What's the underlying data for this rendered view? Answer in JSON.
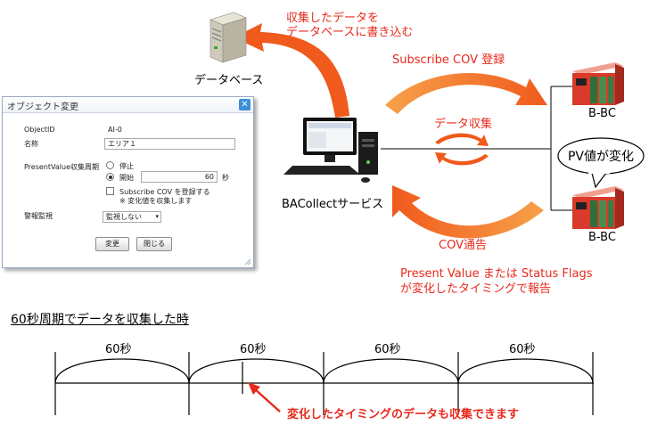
{
  "labels": {
    "write_db": [
      "収集したデータを",
      "データベースに書き込む"
    ],
    "database": "データベース",
    "subscribe_cov": "Subscribe COV 登録",
    "data_collect": "データ収集",
    "bbc_top": "B-BC",
    "bbc_bottom": "B-BC",
    "pv_change": "PV値が変化",
    "service": "BACollectサービス",
    "cov_notify": "COV通告",
    "report": [
      "Present Value または Status Flags",
      "が変化したタイミングで報告"
    ]
  },
  "dialog": {
    "title": "オブジェクト変更",
    "close": "✕",
    "object_id_label": "ObjectID",
    "object_id_value": "AI-0",
    "name_label": "名称",
    "name_value": "エリア１",
    "period_label": "PresentValue収集周期",
    "opt_stop": "停止",
    "opt_start": "開始",
    "period_value": "60",
    "unit": "秒",
    "subscribe_check": "Subscribe COV を登録する",
    "note": "※ 変化値を収集します",
    "alarm_label": "警報監視",
    "alarm_value": "監視しない",
    "change_button": "変更",
    "close_button": "閉じる"
  },
  "timeline": {
    "heading": "60秒周期でデータを収集した時",
    "intervals": [
      "60秒",
      "60秒",
      "60秒",
      "60秒"
    ],
    "note": "変化したタイミングのデータも収集できます"
  },
  "colors": {
    "accent_red": "#e8291c",
    "arrow_orange": "#f05a1c",
    "controller_red": "#d93a2a",
    "controller_green": "#5a8a3c"
  },
  "icons": [
    "server-icon",
    "computer-icon",
    "controller-icon"
  ]
}
